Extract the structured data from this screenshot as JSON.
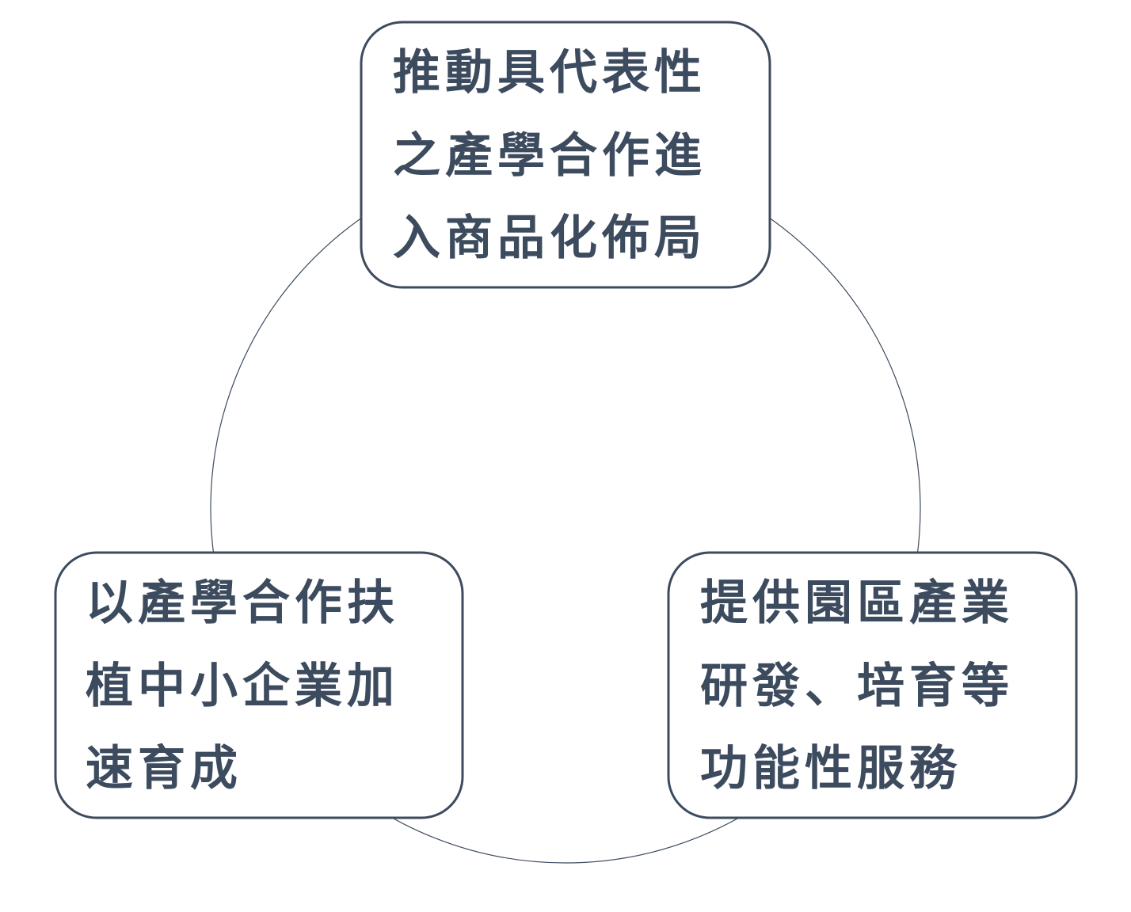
{
  "diagram": {
    "colors": {
      "box_border": "#3d4b5e",
      "text": "#3d4b5e",
      "circle": "#3d4b5e",
      "background": "#ffffff"
    },
    "nodes": [
      {
        "id": "top",
        "lines": [
          "推動具代表性",
          "之產學合作進",
          "入商品化佈局"
        ]
      },
      {
        "id": "bottom-left",
        "lines": [
          "以產學合作扶",
          "植中小企業加",
          "速育成"
        ]
      },
      {
        "id": "bottom-right",
        "lines": [
          "提供園區產業",
          "研發、培育等",
          "功能性服務"
        ]
      }
    ]
  }
}
